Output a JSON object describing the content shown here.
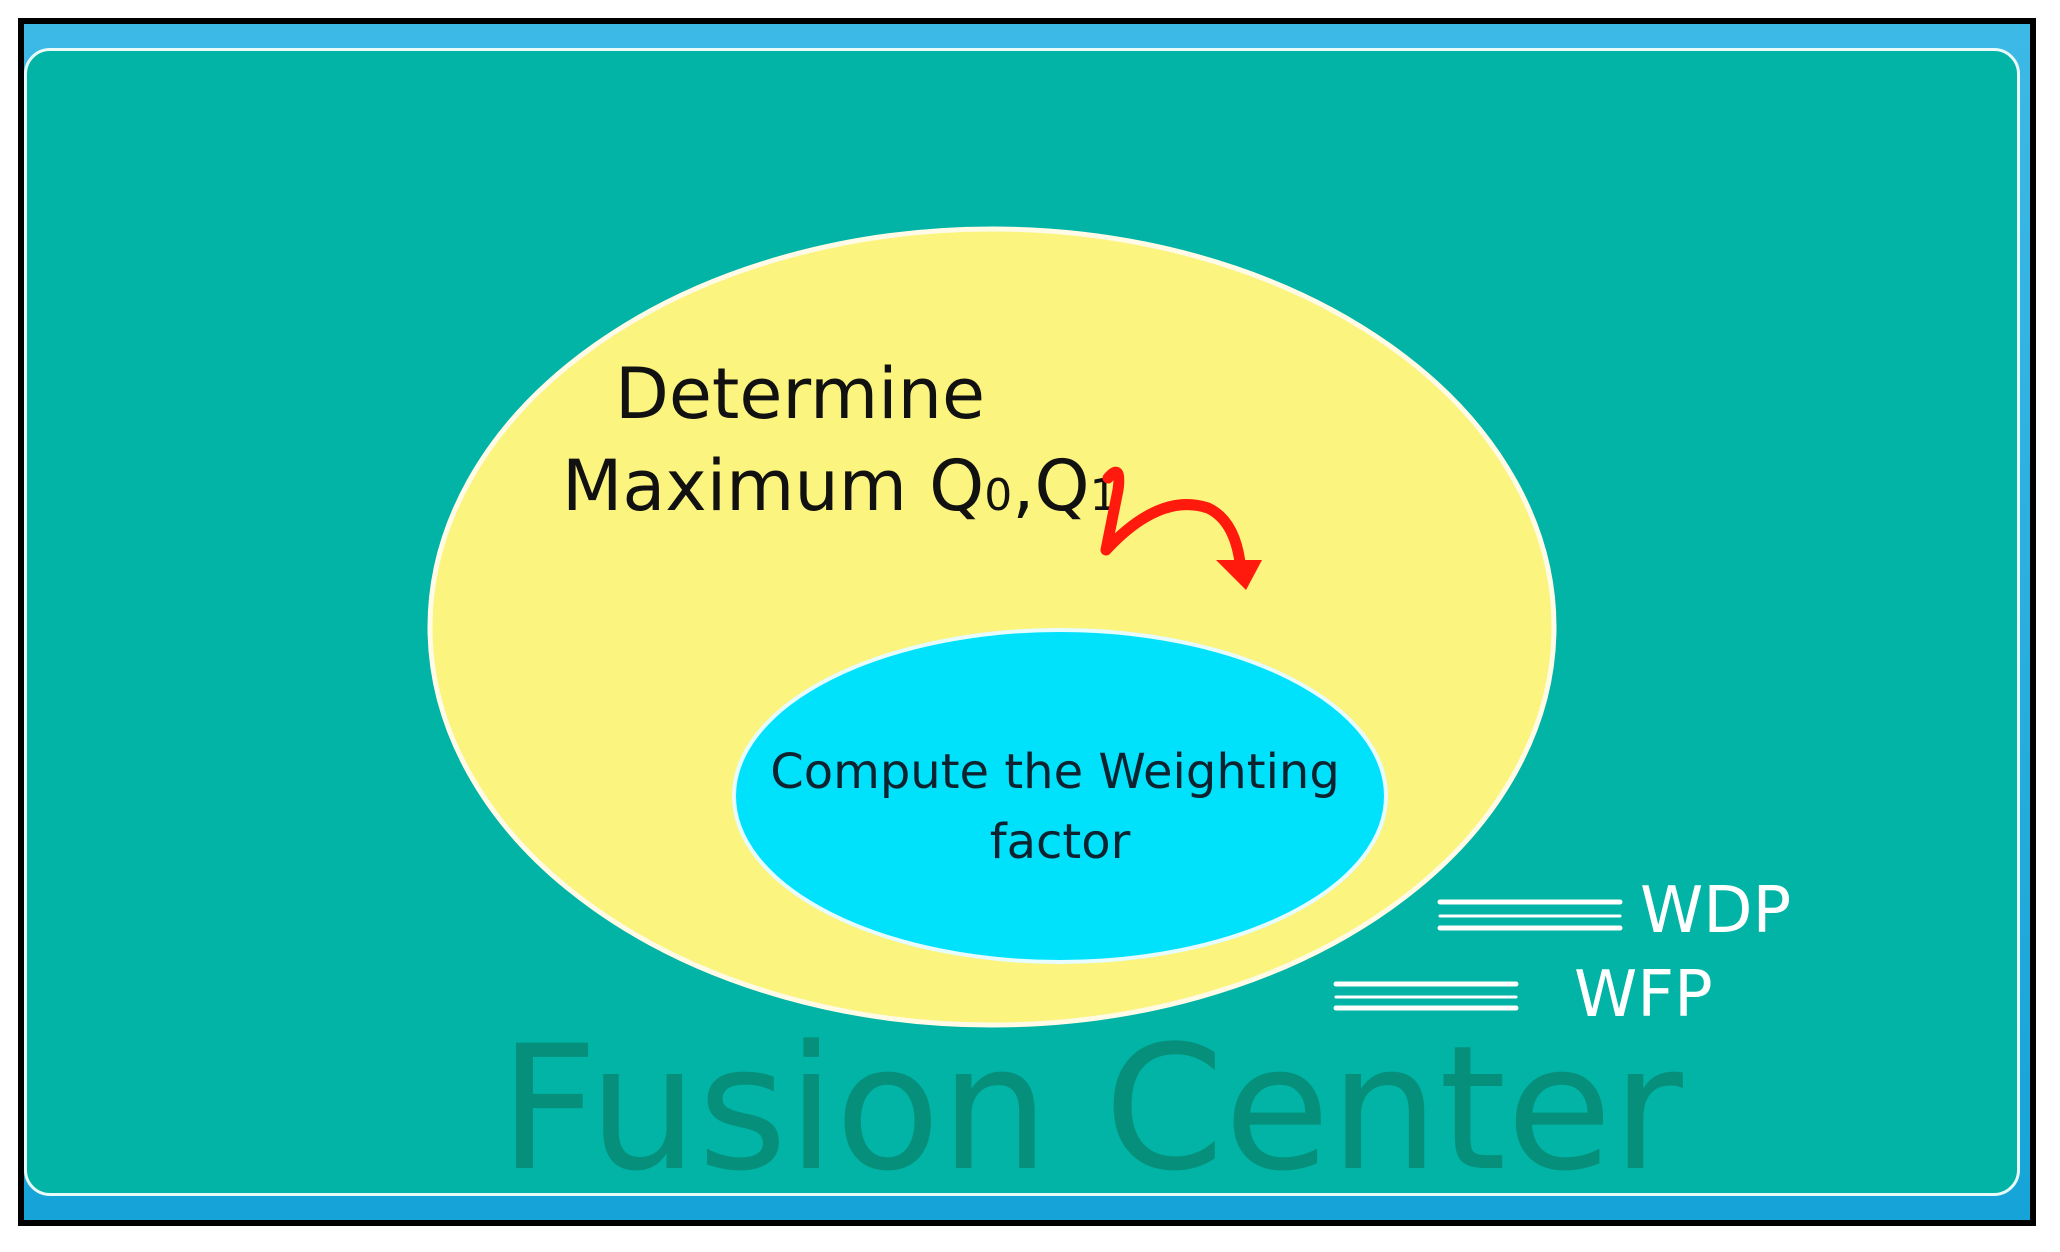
{
  "diagram": {
    "outer_label": {
      "line1": "Determine",
      "line2_prefix": "Maximum Q",
      "q0_sub": "0",
      "separator": ",Q",
      "q1_sub": "1"
    },
    "inner_label": {
      "line1": "Compute the Weighting",
      "line2": "factor"
    },
    "outputs": {
      "wdp": "WDP",
      "wfp": "WFP"
    },
    "watermark": "Fusion Center"
  },
  "colors": {
    "frame_border": "#000000",
    "frame_blue": "#16a4d8",
    "panel_teal": "#01b4a5",
    "outer_ellipse_yellow": "#fbf47e",
    "inner_ellipse_cyan": "#00e1fb",
    "arrow_red": "#ff1a0d",
    "watermark_teal": "#078a73"
  },
  "icons": {
    "curved_arrow": "red-squiggle-arrow-icon"
  }
}
